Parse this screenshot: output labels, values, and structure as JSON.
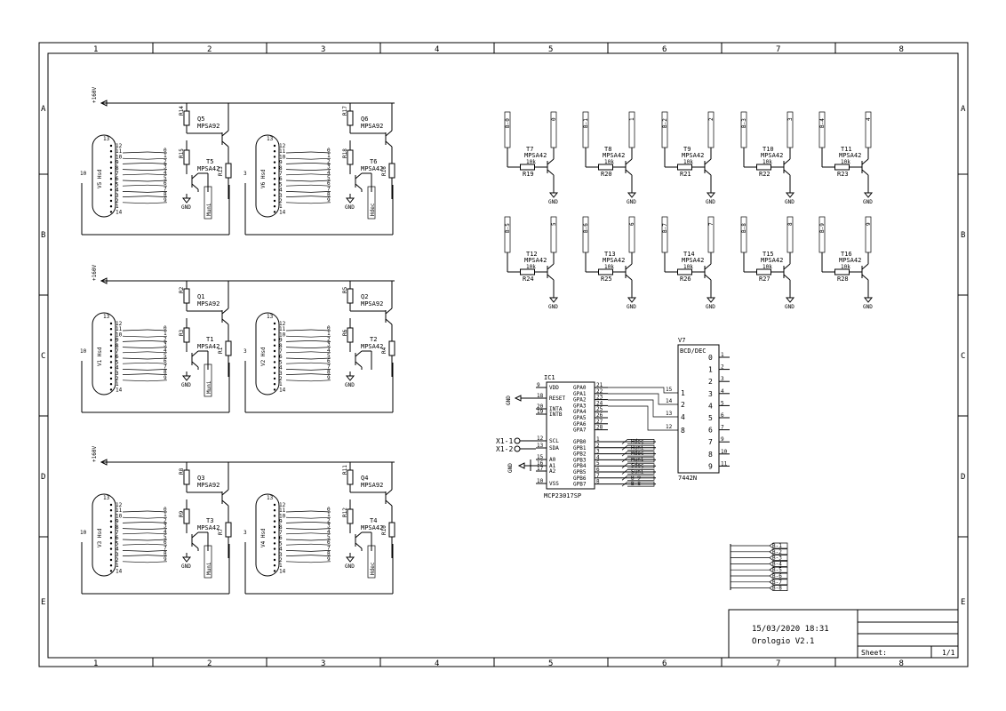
{
  "frame": {
    "columns": [
      "1",
      "2",
      "3",
      "4",
      "5",
      "6",
      "7",
      "8"
    ],
    "rows": [
      "A",
      "B",
      "C",
      "D",
      "E"
    ]
  },
  "title_block": {
    "date": "15/03/2020 18:31",
    "title": "Orologio V2.1",
    "sheet_label": "Sheet:",
    "sheet_value": "1/1"
  },
  "tube_groups": [
    {
      "supply": "+160V",
      "left": {
        "ref": "V5",
        "name": "Hsd",
        "pin_top": "13",
        "pin_side": "10",
        "pins": [
          "12",
          "11",
          "10",
          "9",
          "8",
          "7",
          "6",
          "5",
          "4",
          "3",
          "2",
          "1",
          "14"
        ],
        "labels": [
          "0",
          "1",
          "2",
          "3",
          "4",
          "5",
          "6",
          "7",
          "8",
          "9"
        ]
      },
      "right": {
        "ref": "V6",
        "name": "Hsd",
        "pin_top": "13",
        "pin_side": "3",
        "pins": [
          "12",
          "11",
          "10",
          "9",
          "8",
          "7",
          "6",
          "5",
          "4",
          "3",
          "2",
          "1",
          "14"
        ],
        "labels": [
          "0",
          "1",
          "2",
          "3",
          "4",
          "5",
          "6",
          "7",
          "8",
          "9"
        ]
      },
      "stage_a": {
        "r_top": "R14",
        "q": "Q5",
        "q_model": "MPSA92",
        "r_mid": "R15",
        "t": "T5",
        "t_model": "MPSA42",
        "r_out": "R13",
        "gnd": "GND",
        "net": "Muni"
      },
      "stage_b": {
        "r_top": "R17",
        "q": "Q6",
        "q_model": "MPSA92",
        "r_mid": "R18",
        "t": "T6",
        "t_model": "MPSA42",
        "r_out": "R16",
        "gnd": "GND",
        "net": "Hdec"
      }
    },
    {
      "supply": "+160V",
      "left": {
        "ref": "V1",
        "name": "Hsd",
        "pin_top": "13",
        "pin_side": "10",
        "pins": [
          "12",
          "11",
          "10",
          "9",
          "8",
          "7",
          "6",
          "5",
          "4",
          "3",
          "2",
          "1",
          "14"
        ],
        "labels": [
          "0",
          "1",
          "2",
          "3",
          "4",
          "5",
          "6",
          "7",
          "8",
          "9"
        ]
      },
      "right": {
        "ref": "V2",
        "name": "Hsd",
        "pin_top": "13",
        "pin_side": "3",
        "pins": [
          "12",
          "11",
          "10",
          "9",
          "8",
          "7",
          "6",
          "5",
          "4",
          "3",
          "2",
          "1",
          "14"
        ],
        "labels": [
          "0",
          "1",
          "2",
          "3",
          "4",
          "5",
          "6",
          "7",
          "8",
          "9"
        ]
      },
      "stage_a": {
        "r_top": "R2",
        "q": "Q1",
        "q_model": "MPSA92",
        "r_mid": "R3",
        "t": "T1",
        "t_model": "MPSA42",
        "r_out": "R1",
        "gnd": "GND",
        "net": "Muni"
      },
      "stage_b": {
        "r_top": "R5",
        "q": "Q2",
        "q_model": "MPSA92",
        "r_mid": "R6",
        "t": "T2",
        "t_model": "MPSA42",
        "r_out": "R4",
        "gnd": "GND",
        "net": ""
      }
    },
    {
      "supply": "+160V",
      "left": {
        "ref": "V3",
        "name": "Hsd",
        "pin_top": "13",
        "pin_side": "10",
        "pins": [
          "12",
          "11",
          "10",
          "9",
          "8",
          "7",
          "6",
          "5",
          "4",
          "3",
          "2",
          "1",
          "14"
        ],
        "labels": [
          "0",
          "1",
          "2",
          "3",
          "4",
          "5",
          "6",
          "7",
          "8",
          "9"
        ]
      },
      "right": {
        "ref": "V4",
        "name": "Hsd",
        "pin_top": "13",
        "pin_side": "3",
        "pins": [
          "12",
          "11",
          "10",
          "9",
          "8",
          "7",
          "6",
          "5",
          "4",
          "3",
          "2",
          "1",
          "14"
        ],
        "labels": [
          "0",
          "1",
          "2",
          "3",
          "4",
          "5",
          "6",
          "7",
          "8",
          "9"
        ]
      },
      "stage_a": {
        "r_top": "R8",
        "q": "Q3",
        "q_model": "MPSA92",
        "r_mid": "R9",
        "t": "T3",
        "t_model": "MPSA42",
        "r_out": "R7",
        "gnd": "GND",
        "net": "Muni"
      },
      "stage_b": {
        "r_top": "R11",
        "q": "Q4",
        "q_model": "MPSA92",
        "r_mid": "R12",
        "t": "T4",
        "t_model": "MPSA42",
        "r_out": "R10",
        "gnd": "GND",
        "net": "Hdec"
      }
    }
  ],
  "driver_transistors": [
    {
      "bus": "B-0",
      "out": "0",
      "t": "T7",
      "model": "MPSA42",
      "val": "10k",
      "r": "R19",
      "gnd": "GND"
    },
    {
      "bus": "B-1",
      "out": "1",
      "t": "T8",
      "model": "MPSA42",
      "val": "10k",
      "r": "R20",
      "gnd": "GND"
    },
    {
      "bus": "B-2",
      "out": "2",
      "t": "T9",
      "model": "MPSA42",
      "val": "10k",
      "r": "R21",
      "gnd": "GND"
    },
    {
      "bus": "B-3",
      "out": "3",
      "t": "T10",
      "model": "MPSA42",
      "val": "10k",
      "r": "R22",
      "gnd": "GND"
    },
    {
      "bus": "B-4",
      "out": "4",
      "t": "T11",
      "model": "MPSA42",
      "val": "10k",
      "r": "R23",
      "gnd": "GND"
    },
    {
      "bus": "B-5",
      "out": "5",
      "t": "T12",
      "model": "MPSA42",
      "val": "10k",
      "r": "R24",
      "gnd": "GND"
    },
    {
      "bus": "B-6",
      "out": "6",
      "t": "T13",
      "model": "MPSA42",
      "val": "10k",
      "r": "R25",
      "gnd": "GND"
    },
    {
      "bus": "B-7",
      "out": "7",
      "t": "T14",
      "model": "MPSA42",
      "val": "10k",
      "r": "R26",
      "gnd": "GND"
    },
    {
      "bus": "B-8",
      "out": "8",
      "t": "T15",
      "model": "MPSA42",
      "val": "10k",
      "r": "R27",
      "gnd": "GND"
    },
    {
      "bus": "B-9",
      "out": "9",
      "t": "T16",
      "model": "MPSA42",
      "val": "10k",
      "r": "R28",
      "gnd": "GND"
    }
  ],
  "ic1": {
    "ref": "IC1",
    "part": "MCP23017SP",
    "left_pins": [
      {
        "num": "9",
        "name": "VDD"
      },
      {
        "num": "18",
        "name": "RESET"
      },
      {
        "num": "20",
        "name": "INTA"
      },
      {
        "num": "19",
        "name": "INTB"
      },
      {
        "num": "12",
        "name": "SCL"
      },
      {
        "num": "13",
        "name": "SDA"
      },
      {
        "num": "15",
        "name": "A0"
      },
      {
        "num": "16",
        "name": "A1"
      },
      {
        "num": "17",
        "name": "A2"
      },
      {
        "num": "10",
        "name": "VSS"
      }
    ],
    "right_pins_a": [
      {
        "num": "21",
        "name": "GPA0"
      },
      {
        "num": "22",
        "name": "GPA1"
      },
      {
        "num": "23",
        "name": "GPA2"
      },
      {
        "num": "24",
        "name": "GPA3"
      },
      {
        "num": "25",
        "name": "GPA4"
      },
      {
        "num": "26",
        "name": "GPA5"
      },
      {
        "num": "27",
        "name": "GPA6"
      },
      {
        "num": "28",
        "name": "GPA7"
      }
    ],
    "right_pins_b": [
      {
        "num": "1",
        "name": "GPB0",
        "net": "Hdec"
      },
      {
        "num": "2",
        "name": "GPB1",
        "net": "Huni"
      },
      {
        "num": "3",
        "name": "GPB2",
        "net": "Mdec"
      },
      {
        "num": "4",
        "name": "GPB3",
        "net": "Muni"
      },
      {
        "num": "5",
        "name": "GPB4",
        "net": "Sdec"
      },
      {
        "num": "6",
        "name": "GPB5",
        "net": "Suni"
      },
      {
        "num": "7",
        "name": "GPB6",
        "net": "B-9"
      },
      {
        "num": "8",
        "name": "GPB7",
        "net": "B-8"
      }
    ],
    "gnd_label": "GND",
    "x1_1": "X1-1",
    "x1_2": "X1-2"
  },
  "v7": {
    "ref": "V7",
    "header": "BCD/DEC",
    "part": "7442N",
    "inputs": [
      {
        "pin": "15",
        "label": "1"
      },
      {
        "pin": "14",
        "label": "2"
      },
      {
        "pin": "13",
        "label": "4"
      },
      {
        "pin": "12",
        "label": "8"
      }
    ],
    "outputs": [
      {
        "label": "0",
        "pin": "1"
      },
      {
        "label": "1",
        "pin": "2"
      },
      {
        "label": "2",
        "pin": "3"
      },
      {
        "label": "3",
        "pin": "4"
      },
      {
        "label": "4",
        "pin": "5"
      },
      {
        "label": "5",
        "pin": "6"
      },
      {
        "label": "6",
        "pin": "7"
      },
      {
        "label": "7",
        "pin": "9"
      },
      {
        "label": "8",
        "pin": "10"
      },
      {
        "label": "9",
        "pin": "11"
      }
    ]
  },
  "bus_labels": [
    "B-1",
    "B-2",
    "B-3",
    "B-4",
    "B-5",
    "B-6",
    "B-7",
    "B-8"
  ]
}
